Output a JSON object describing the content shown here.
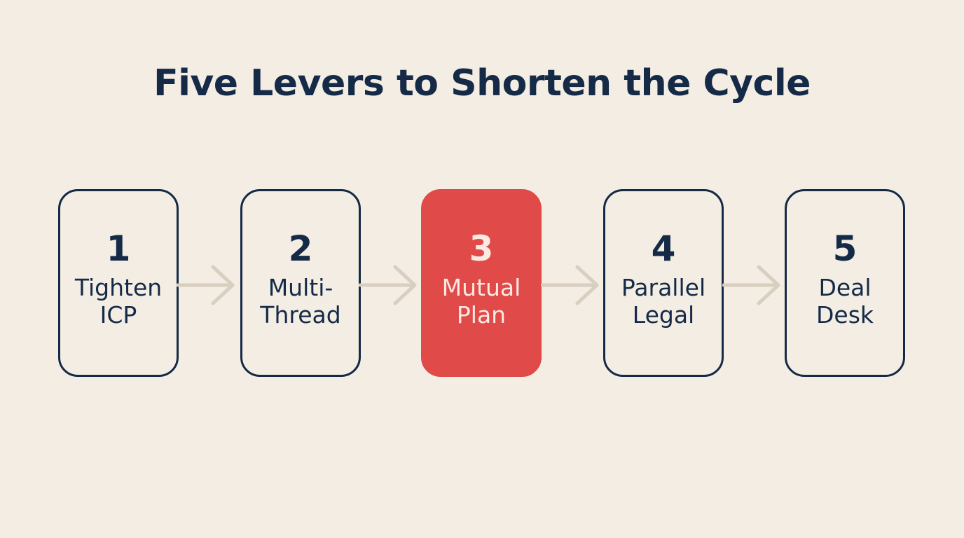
{
  "title": "Five Levers to Shorten the Cycle",
  "colors": {
    "background": "#f3ede3",
    "ink": "#142a47",
    "highlight": "#e04a48",
    "highlight_text": "#fbe9e4",
    "arrow": "#d9cfc0"
  },
  "steps": [
    {
      "number": "1",
      "line1": "Tighten",
      "line2": "ICP"
    },
    {
      "number": "2",
      "line1": "Multi-",
      "line2": "Thread"
    },
    {
      "number": "3",
      "line1": "Mutual",
      "line2": "Plan",
      "highlighted": true
    },
    {
      "number": "4",
      "line1": "Parallel",
      "line2": "Legal"
    },
    {
      "number": "5",
      "line1": "Deal",
      "line2": "Desk"
    }
  ]
}
